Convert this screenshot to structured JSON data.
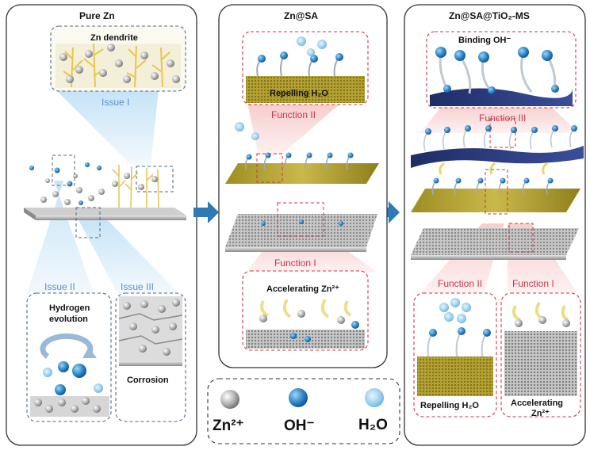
{
  "panels": {
    "pure_zn": {
      "title": "Pure Zn",
      "inset_label": "Zn dendrite",
      "issue1": "Issue I",
      "issue2": "Issue II",
      "issue3": "Issue III",
      "hydrogen_line1": "Hydrogen",
      "hydrogen_line2": "evolution",
      "corrosion": "Corrosion"
    },
    "zn_sa": {
      "title": "Zn@SA",
      "repelling": "Repelling H₂O",
      "function2": "Function II",
      "function1": "Function I",
      "accelerating": "Accelerating Zn²⁺"
    },
    "zn_sa_tio2": {
      "title": "Zn@SA@TiO₂-MS",
      "binding": "Binding OH⁻",
      "function3": "Function III",
      "function2": "Function II",
      "function1": "Function I",
      "repelling": "Repelling H₂O",
      "accelerating_line1": "Accelerating",
      "accelerating_line2": "Zn²⁺"
    }
  },
  "legend": {
    "zn": "Zn²⁺",
    "oh": "OH⁻",
    "h2o": "H₂O"
  },
  "colors": {
    "zn_ion": "#b8b8b8",
    "oh_ion": "#2a86c8",
    "h2o": "#8cc8ec",
    "gold": "#b8a634",
    "dendrite": "#e8c84a",
    "navy": "#2b3a7a",
    "function_red": "#c8374a",
    "issue_blue": "#5b8fd0",
    "arrow": "#2f79b8"
  }
}
